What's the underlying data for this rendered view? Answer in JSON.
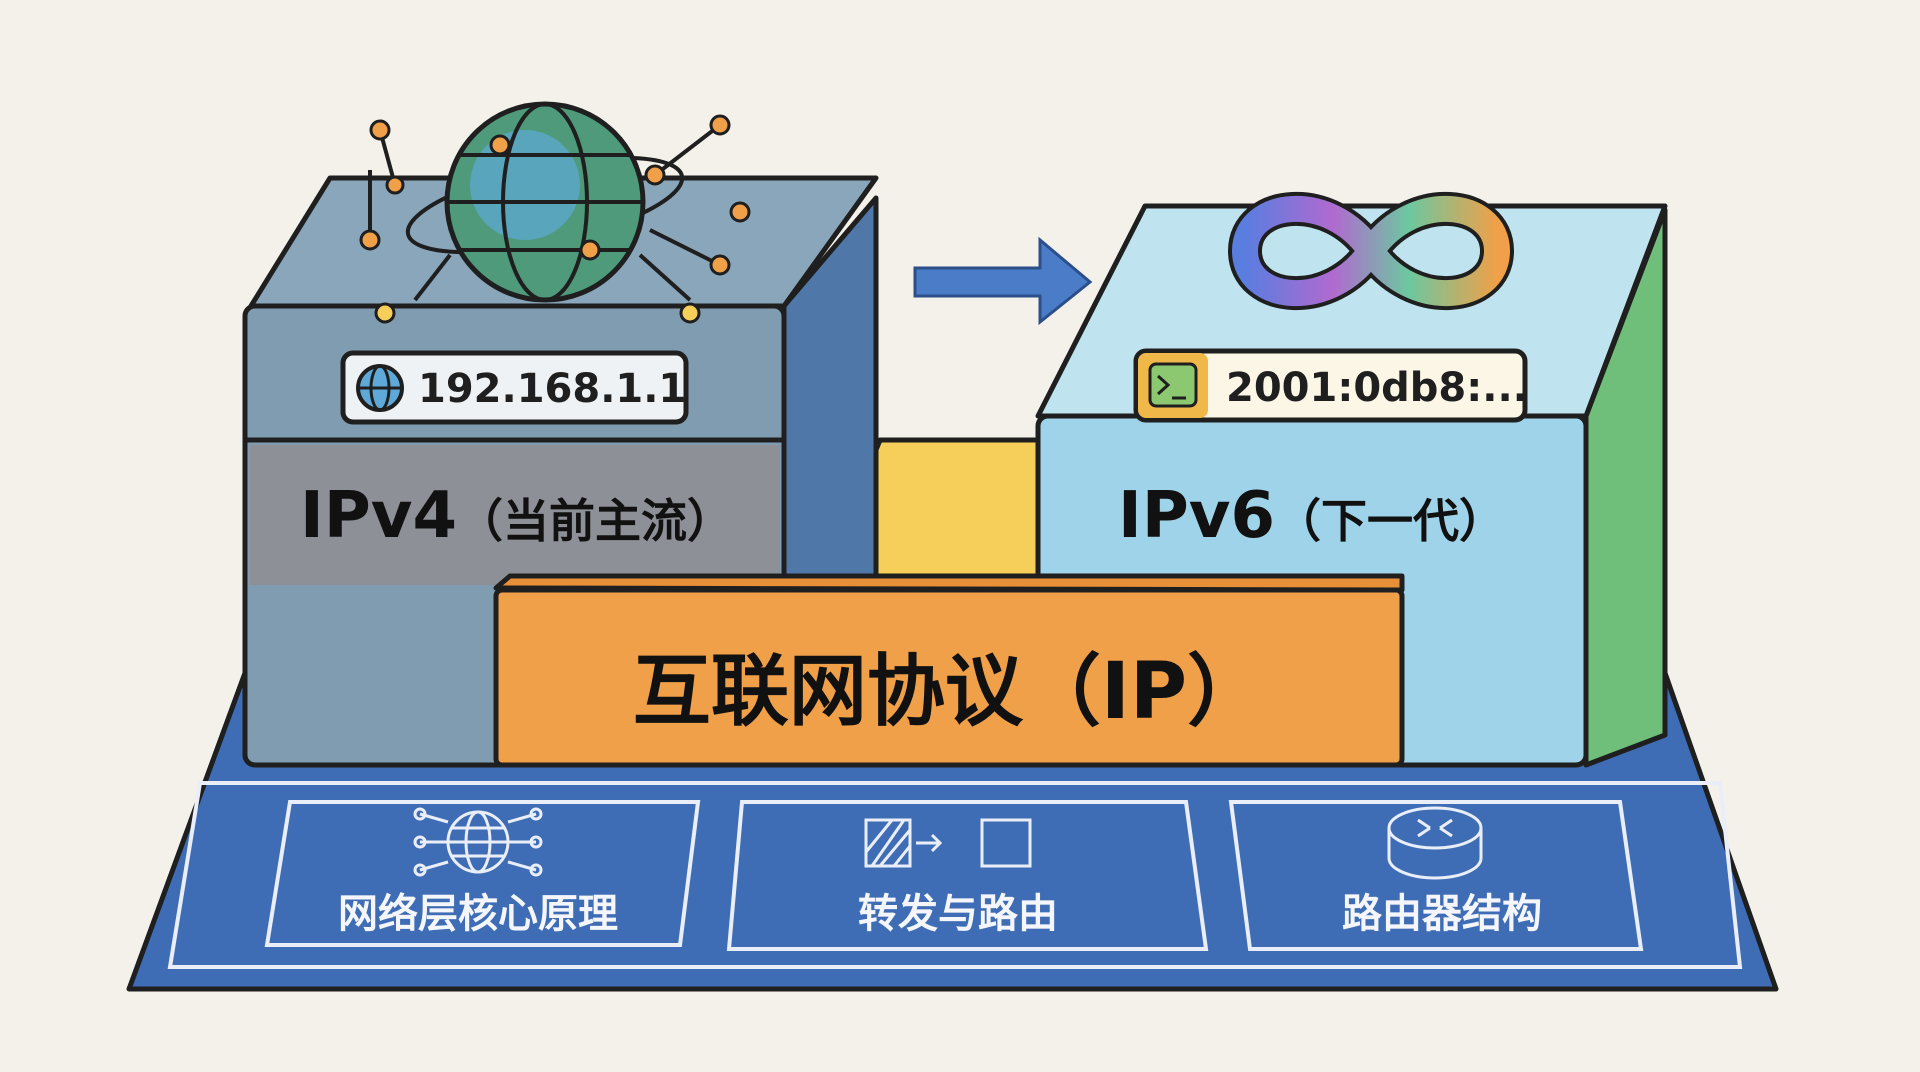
{
  "ipv4": {
    "title": "IPv4",
    "subtitle": "（当前主流）",
    "address": "192.168.1.1"
  },
  "ipv6": {
    "title": "IPv6",
    "subtitle": "（下一代）",
    "address": "2001:0db8:..."
  },
  "foundation": {
    "title": "互联网协议（IP）"
  },
  "panels": [
    {
      "label": "网络层核心原理",
      "icon": "globe-network-icon"
    },
    {
      "label": "转发与路由",
      "icon": "forwarding-icon"
    },
    {
      "label": "路由器结构",
      "icon": "router-icon"
    }
  ],
  "colors": {
    "background": "#f3f1ea",
    "base": "#3f6db5",
    "ipv4_block": "#7f9cb0",
    "ipv6_block": "#9fd3ea",
    "orange": "#f0a048",
    "yellow": "#f5cf5a"
  }
}
